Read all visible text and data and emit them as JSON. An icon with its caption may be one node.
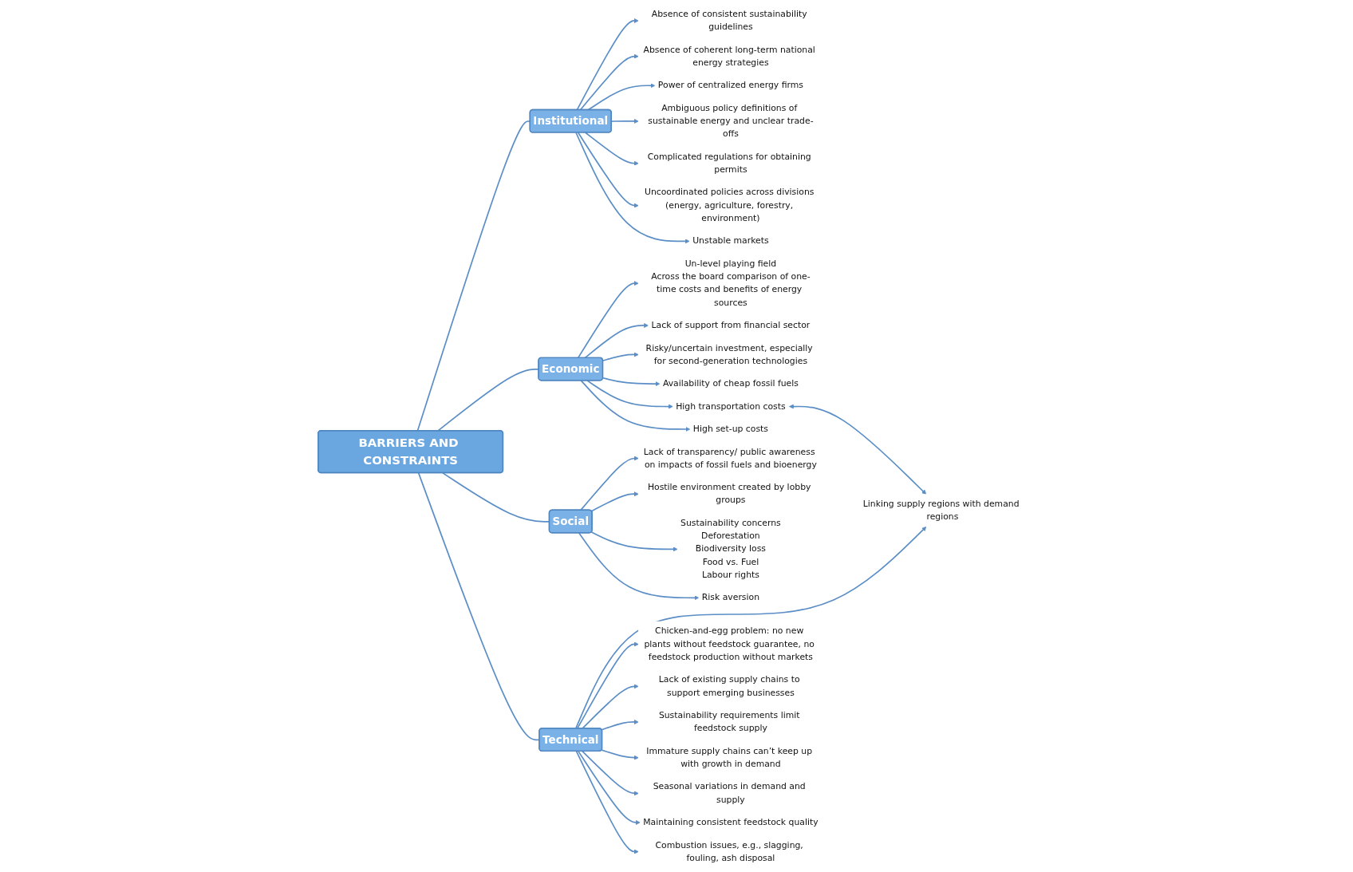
{
  "diagram": {
    "nodes": [
      {
        "text": [
          "BARRIERS AND CONSTRAINTS"
        ]
      },
      {
        "text": [
          "Institutional"
        ]
      },
      {
        "text": [
          "Economic"
        ]
      },
      {
        "text": [
          "Social"
        ]
      },
      {
        "text": [
          "Technical"
        ]
      },
      {
        "text": [
          "Absence of consistent sustainability guidelines"
        ]
      },
      {
        "text": [
          "Absence of coherent long-term national energy strategies"
        ]
      },
      {
        "text": [
          "Power of centralized energy firms"
        ]
      },
      {
        "text": [
          "Ambiguous policy definitions of sustainable energy and unclear trade-offs"
        ]
      },
      {
        "text": [
          "Complicated regulations for obtaining permits"
        ]
      },
      {
        "text": [
          "Uncoordinated policies across divisions (energy, agriculture, forestry, environment)"
        ]
      },
      {
        "text": [
          "Unstable markets"
        ]
      },
      {
        "text": [
          "Un-level playing field",
          "Across the board comparison of one-time costs and benefits of energy sources"
        ]
      },
      {
        "text": [
          "Lack of support from financial sector"
        ]
      },
      {
        "text": [
          "Risky/uncertain investment, especially for second-generation technologies"
        ]
      },
      {
        "text": [
          "Availability of cheap fossil fuels"
        ]
      },
      {
        "text": [
          "High transportation costs"
        ]
      },
      {
        "text": [
          "High set-up costs"
        ]
      },
      {
        "text": [
          "Lack of transparency/ public awareness on impacts of fossil fuels and bioenergy"
        ]
      },
      {
        "text": [
          "Hostile environment created by lobby groups"
        ]
      },
      {
        "text": [
          "Sustainability concerns",
          "Deforestation",
          "Biodiversity loss",
          "Food vs. Fuel",
          "Labour rights"
        ]
      },
      {
        "text": [
          "Risk aversion"
        ]
      },
      {
        "text": [
          "Linking supply regions with demand regions"
        ]
      },
      {
        "text": [
          "Chicken-and-egg problem: no new plants without feedstock guarantee, no feedstock production without markets"
        ]
      },
      {
        "text": [
          "Lack of existing supply chains to support emerging businesses"
        ]
      },
      {
        "text": [
          "Sustainability requirements limit feedstock supply"
        ]
      },
      {
        "text": [
          "Immature supply chains can’t keep up with growth in demand"
        ]
      },
      {
        "text": [
          "Seasonal variations in demand and supply"
        ]
      },
      {
        "text": [
          "Maintaining consistent feedstock quality"
        ]
      },
      {
        "text": [
          "Combustion issues, e.g., slagging, fouling, ash disposal"
        ]
      }
    ],
    "edges": [
      {
        "from": 0,
        "to": 1,
        "arrow": "none"
      },
      {
        "from": 0,
        "to": 2,
        "arrow": "none"
      },
      {
        "from": 0,
        "to": 3,
        "arrow": "none"
      },
      {
        "from": 0,
        "to": 4,
        "arrow": "none"
      },
      {
        "from": 1,
        "to": 5,
        "arrow": "to"
      },
      {
        "from": 1,
        "to": 6,
        "arrow": "to"
      },
      {
        "from": 1,
        "to": 7,
        "arrow": "to"
      },
      {
        "from": 1,
        "to": 8,
        "arrow": "to"
      },
      {
        "from": 1,
        "to": 9,
        "arrow": "to"
      },
      {
        "from": 1,
        "to": 10,
        "arrow": "to"
      },
      {
        "from": 1,
        "to": 11,
        "arrow": "to"
      },
      {
        "from": 2,
        "to": 12,
        "arrow": "to"
      },
      {
        "from": 2,
        "to": 13,
        "arrow": "to"
      },
      {
        "from": 2,
        "to": 14,
        "arrow": "to"
      },
      {
        "from": 2,
        "to": 15,
        "arrow": "to"
      },
      {
        "from": 2,
        "to": 16,
        "arrow": "to"
      },
      {
        "from": 2,
        "to": 17,
        "arrow": "to"
      },
      {
        "from": 3,
        "to": 18,
        "arrow": "to"
      },
      {
        "from": 3,
        "to": 19,
        "arrow": "to"
      },
      {
        "from": 3,
        "to": 20,
        "arrow": "to"
      },
      {
        "from": 3,
        "to": 21,
        "arrow": "to"
      },
      {
        "from": 4,
        "to": 22,
        "arrow": "to"
      },
      {
        "from": 16,
        "to": 22,
        "arrow": "both"
      },
      {
        "from": 4,
        "to": 23,
        "arrow": "to"
      },
      {
        "from": 4,
        "to": 24,
        "arrow": "to"
      },
      {
        "from": 4,
        "to": 25,
        "arrow": "to"
      },
      {
        "from": 4,
        "to": 26,
        "arrow": "to"
      },
      {
        "from": 4,
        "to": 27,
        "arrow": "to"
      },
      {
        "from": 4,
        "to": 28,
        "arrow": "to"
      },
      {
        "from": 4,
        "to": 29,
        "arrow": "to"
      }
    ]
  }
}
